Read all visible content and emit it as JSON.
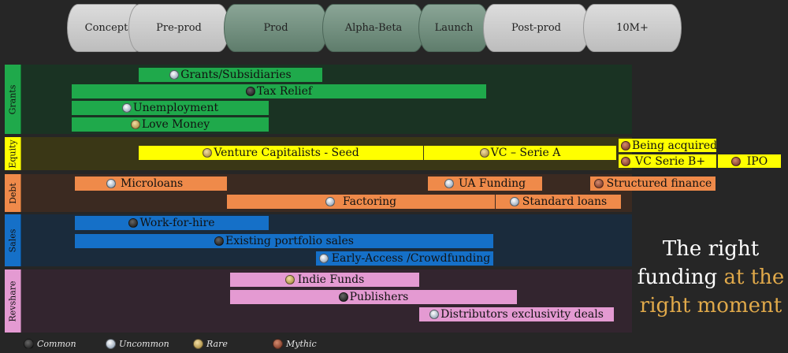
{
  "stages": [
    {
      "label": "Concept",
      "style": "light"
    },
    {
      "label": "Pre-prod",
      "style": "light"
    },
    {
      "label": "Prod",
      "style": "dark"
    },
    {
      "label": "Alpha-Beta",
      "style": "dark"
    },
    {
      "label": "Launch",
      "style": "dark"
    },
    {
      "label": "Post-prod",
      "style": "light"
    },
    {
      "label": "10M+",
      "style": "light"
    }
  ],
  "lanes": [
    {
      "label": "Grants",
      "color": "#1a3323"
    },
    {
      "label": "Equity",
      "color": "#3a3716"
    },
    {
      "label": "Debt",
      "color": "#3b2a21"
    },
    {
      "label": "Sales",
      "color": "#1a2b3c"
    },
    {
      "label": "Revshare",
      "color": "#33252f"
    }
  ],
  "bars": [
    {
      "label": "Grants/Subsidiaries",
      "rarity": "uncommon",
      "color": "#1fa94b"
    },
    {
      "label": "Tax Relief",
      "rarity": "common",
      "color": "#1fa94b"
    },
    {
      "label": "Unemployment",
      "rarity": "uncommon",
      "color": "#1fa94b"
    },
    {
      "label": "Love Money",
      "rarity": "rare",
      "color": "#1fa94b"
    },
    {
      "label": "Venture Capitalists - Seed",
      "rarity": "rare",
      "color": "#ffff00"
    },
    {
      "label": "VC – Serie A",
      "rarity": "rare",
      "color": "#ffff00"
    },
    {
      "label": "Being acquired",
      "rarity": "mythic",
      "color": "#ffff00"
    },
    {
      "label": "VC Serie B+",
      "rarity": "mythic",
      "color": "#ffff00"
    },
    {
      "label": "IPO",
      "rarity": "mythic",
      "color": "#ffff00"
    },
    {
      "label": "Microloans",
      "rarity": "uncommon",
      "color": "#ef8a4a"
    },
    {
      "label": "UA Funding",
      "rarity": "uncommon",
      "color": "#ef8a4a"
    },
    {
      "label": "Structured finance",
      "rarity": "mythic",
      "color": "#ef8a4a"
    },
    {
      "label": "Factoring",
      "rarity": "uncommon",
      "color": "#ef8a4a"
    },
    {
      "label": "Standard loans",
      "rarity": "uncommon",
      "color": "#ef8a4a"
    },
    {
      "label": "Work-for-hire",
      "rarity": "common",
      "color": "#1570c8"
    },
    {
      "label": "Existing portfolio sales",
      "rarity": "common",
      "color": "#1570c8"
    },
    {
      "label": "Early-Access /Crowdfunding",
      "rarity": "uncommon",
      "color": "#1570c8"
    },
    {
      "label": "Indie Funds",
      "rarity": "rare",
      "color": "#e49ad2"
    },
    {
      "label": "Publishers",
      "rarity": "common",
      "color": "#e49ad2"
    },
    {
      "label": "Distributors exclusivity deals",
      "rarity": "uncommon",
      "color": "#e49ad2"
    }
  ],
  "legend": [
    {
      "label": "Common",
      "rarity": "common"
    },
    {
      "label": "Uncommon",
      "rarity": "uncommon"
    },
    {
      "label": "Rare",
      "rarity": "rare"
    },
    {
      "label": "Mythic",
      "rarity": "mythic"
    }
  ],
  "tagline": {
    "line1": "The right",
    "line2a": "funding ",
    "line2b": "at the",
    "line3": "right moment",
    "accent_color": "#e0a94a"
  }
}
